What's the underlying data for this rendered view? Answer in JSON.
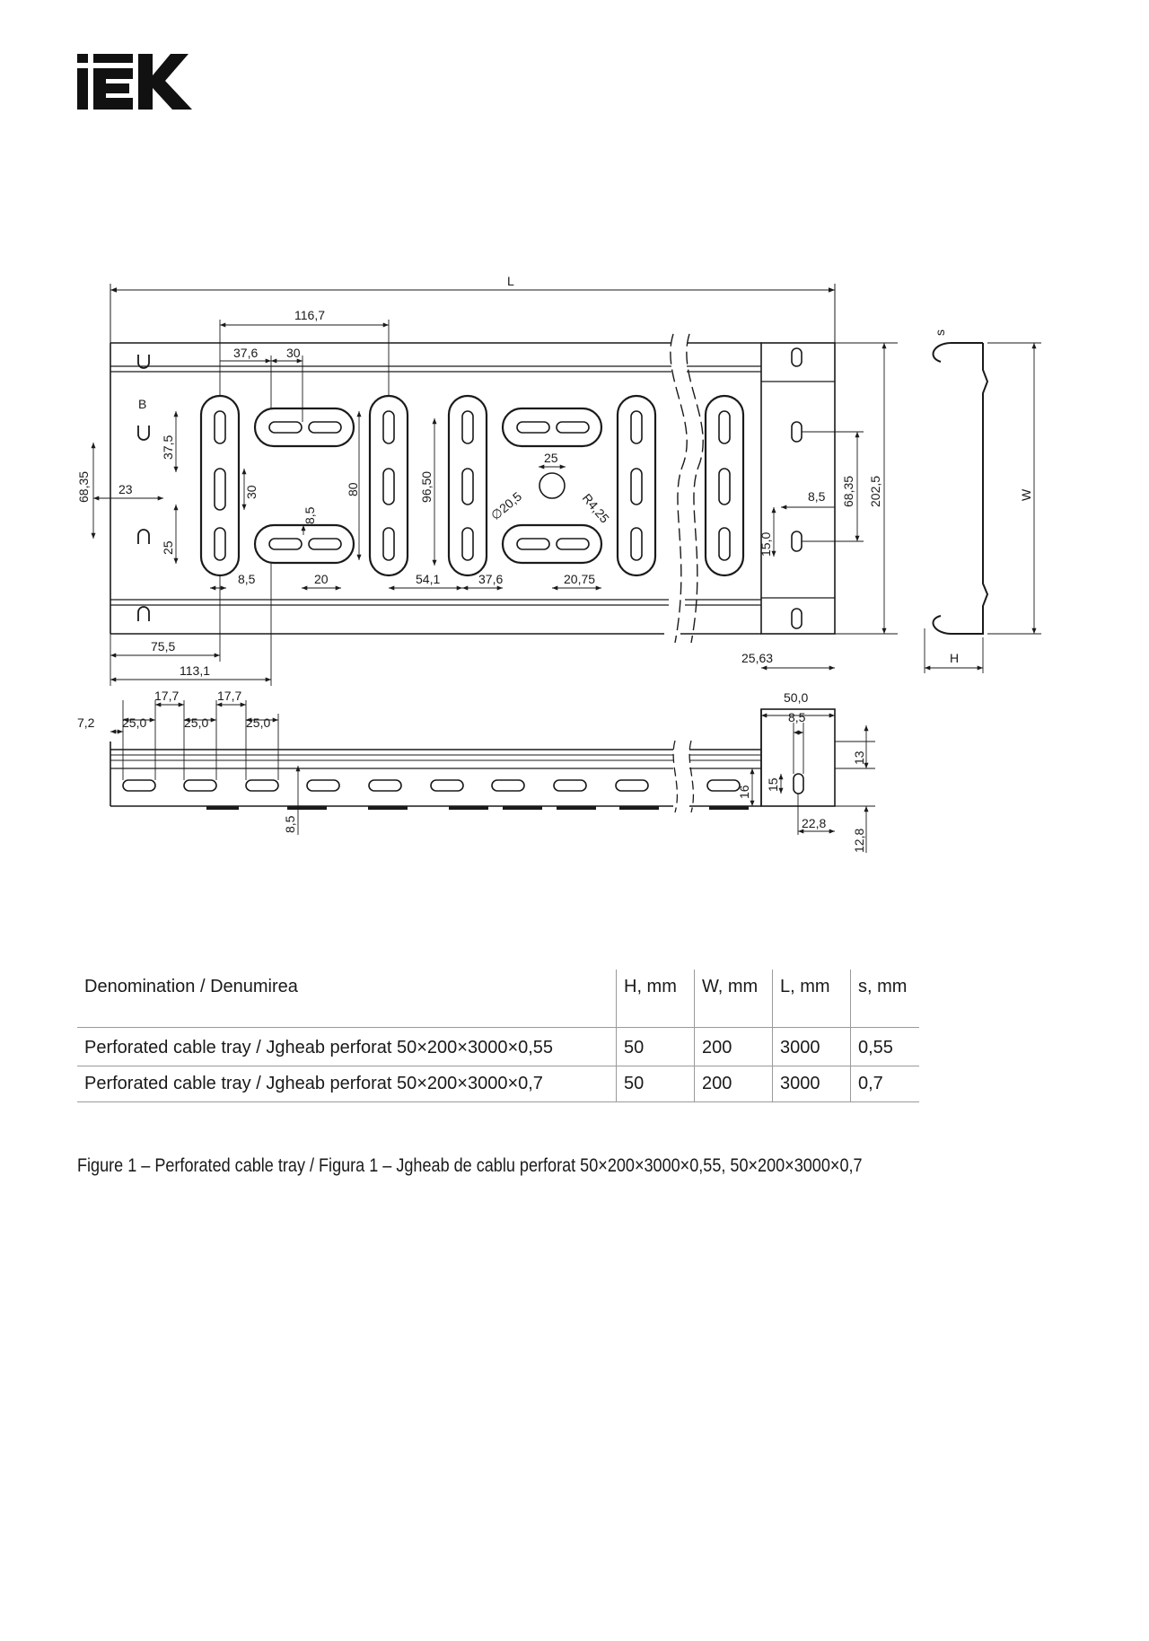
{
  "logo": {
    "text": "IEK",
    "icon": "iek-logo"
  },
  "drawing": {
    "title_length": "L",
    "dims": {
      "d116_7": "116,7",
      "d37_6a": "37,6",
      "d30a": "30",
      "dB": "B",
      "d37_5": "37,5",
      "d68_35l": "68,35",
      "d23": "23",
      "d25v": "25",
      "d30v": "30",
      "d8_5v": "8,5",
      "d80": "80",
      "d96_50": "96,50",
      "d25h": "25",
      "d20_5": "∅20,5",
      "dR4_25": "R4,25",
      "d8_5h": "8,5",
      "d20": "20",
      "d54_1": "54,1",
      "d37_6b": "37,6",
      "d20_75": "20,75",
      "d75_5": "75,5",
      "d113_1": "113,1",
      "d68_35r": "68,35",
      "d202_5": "202,5",
      "d8_5r": "8,5",
      "d15_0": "15,0",
      "d25_63": "25,63",
      "dW": "W",
      "dH": "H",
      "ds": "s",
      "d17_7a": "17,7",
      "d17_7b": "17,7",
      "d7_2": "7,2",
      "d25_0a": "25,0",
      "d25_0b": "25,0",
      "d25_0c": "25,0",
      "d8_5b": "8,5",
      "d16": "16",
      "d50_0": "50,0",
      "d8_5c": "8,5",
      "d13": "13",
      "d15s": "15",
      "d22_8": "22,8",
      "d12_8": "12,8"
    }
  },
  "table": {
    "headers": [
      "Denomination / Denumirea",
      "H, mm",
      "W, mm",
      "L, mm",
      "s, mm"
    ],
    "rows": [
      [
        "Perforated cable tray / Jgheab perforat 50×200×3000×0,55",
        "50",
        "200",
        "3000",
        "0,55"
      ],
      [
        "Perforated cable tray / Jgheab perforat 50×200×3000×0,7",
        "50",
        "200",
        "3000",
        "0,7"
      ]
    ]
  },
  "caption": "Figure 1 – Perforated cable tray / Figura 1 – Jgheab de cablu perforat 50×200×3000×0,55, 50×200×3000×0,7"
}
